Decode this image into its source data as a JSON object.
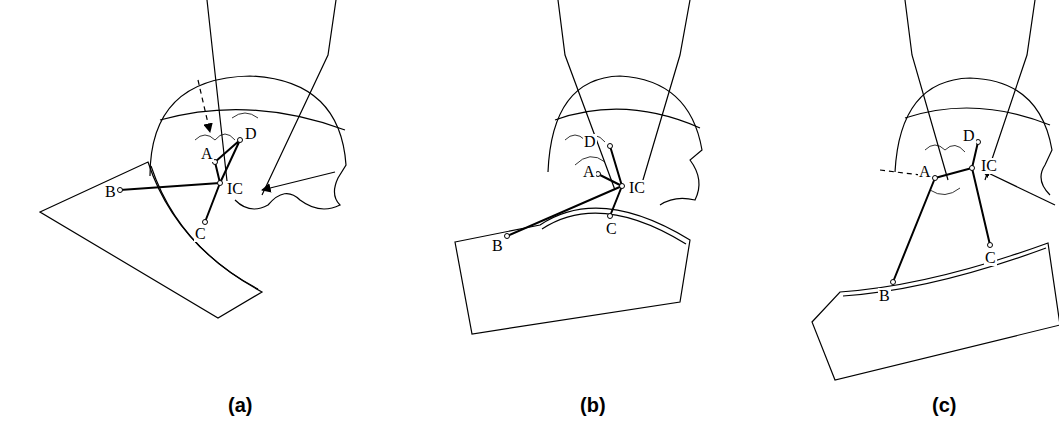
{
  "diagram": {
    "labels": [
      "A",
      "D",
      "B",
      "C",
      "IC",
      "(a)",
      "D",
      "A",
      "B",
      "C",
      "IC",
      "(b)",
      "D",
      "A",
      "IC",
      "B",
      "C",
      "(c)"
    ]
  }
}
